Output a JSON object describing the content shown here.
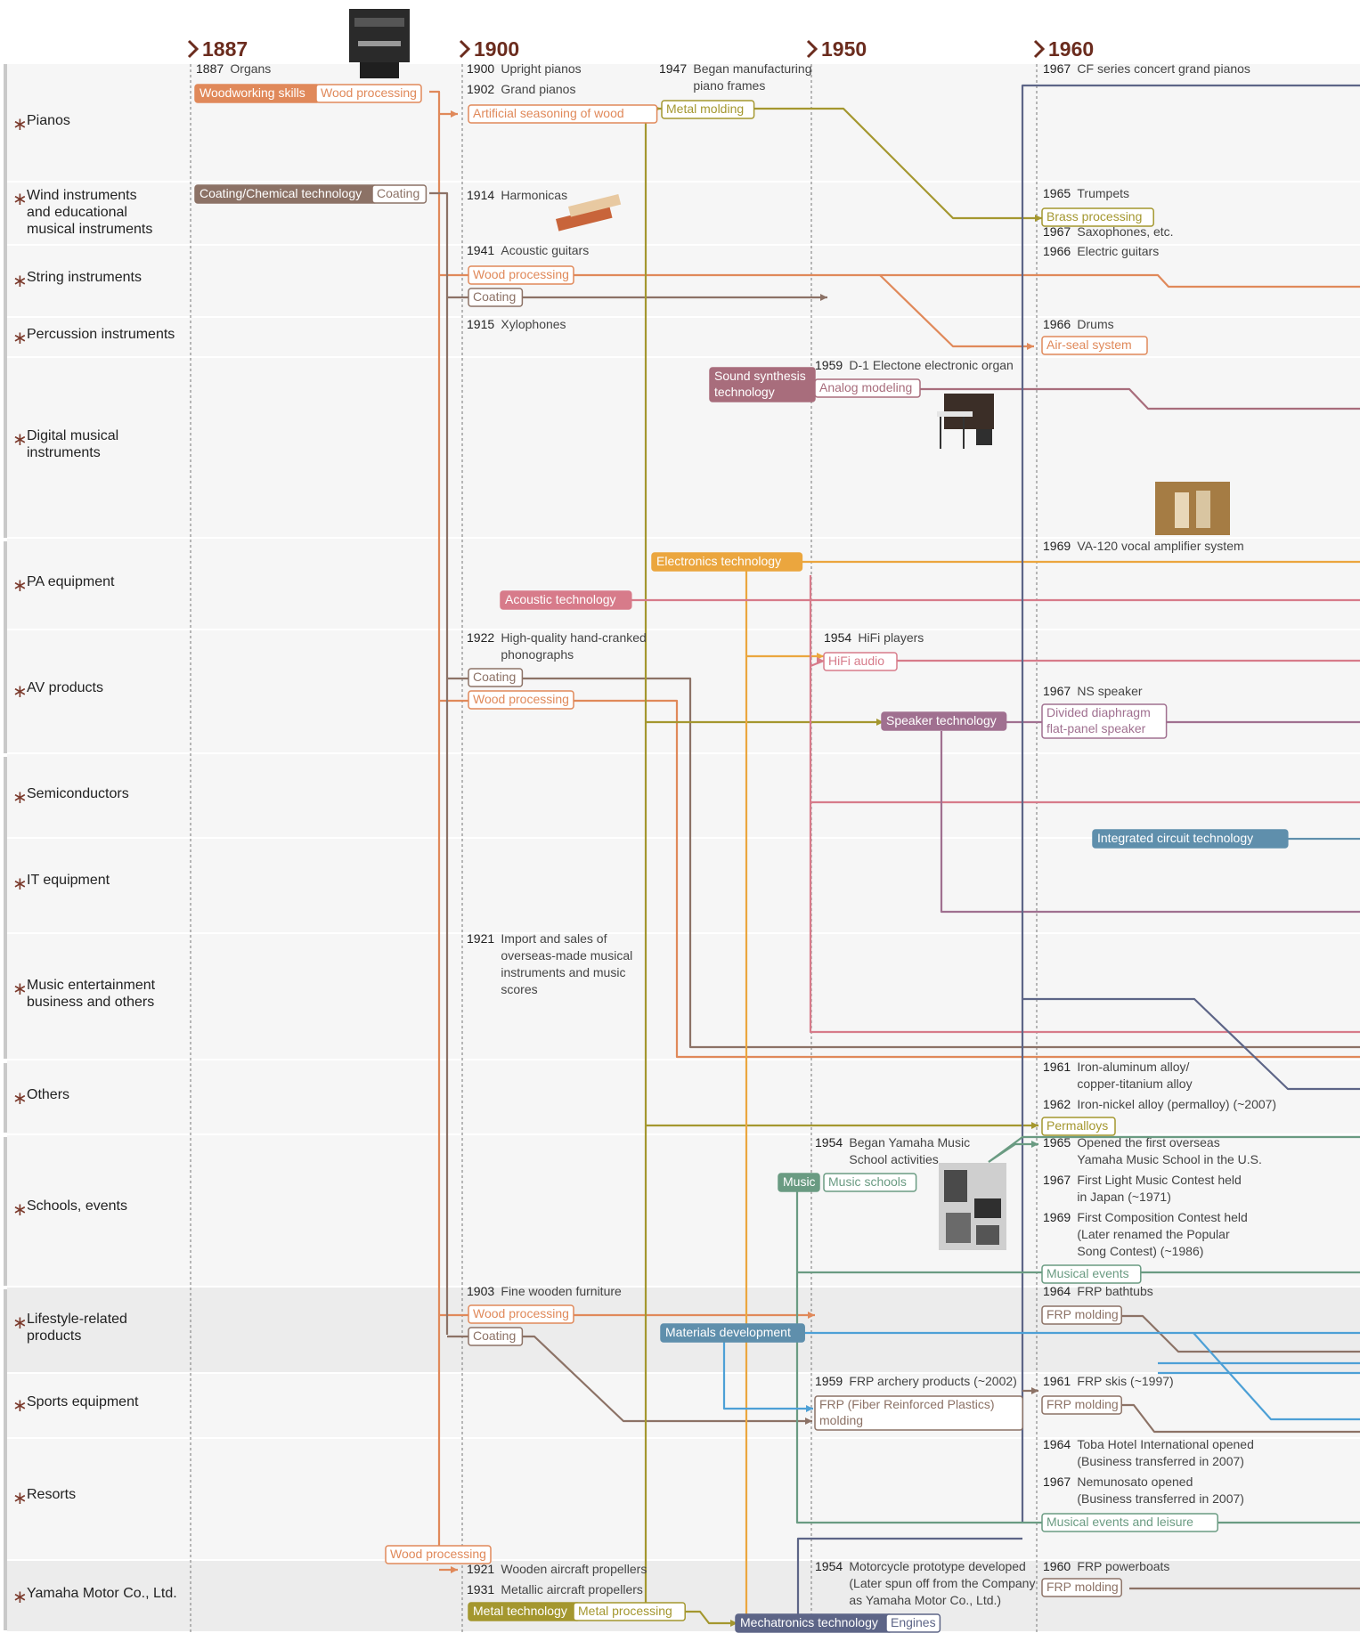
{
  "years": [
    "1887",
    "1900",
    "1950",
    "1960"
  ],
  "categories": [
    {
      "lines": [
        "Pianos"
      ]
    },
    {
      "lines": [
        "Wind instruments",
        "and educational",
        "musical instruments"
      ]
    },
    {
      "lines": [
        "String instruments"
      ]
    },
    {
      "lines": [
        "Percussion instruments"
      ]
    },
    {
      "lines": [
        "Digital musical",
        "instruments"
      ]
    },
    {
      "lines": [
        "PA equipment"
      ]
    },
    {
      "lines": [
        "AV products"
      ]
    },
    {
      "lines": [
        "Semiconductors"
      ]
    },
    {
      "lines": [
        "IT equipment"
      ]
    },
    {
      "lines": [
        "Music entertainment",
        "business and others"
      ]
    },
    {
      "lines": [
        "Others"
      ]
    },
    {
      "lines": [
        "Schools, events"
      ]
    },
    {
      "lines": [
        "Lifestyle-related",
        "products"
      ]
    },
    {
      "lines": [
        "Sports equipment"
      ]
    },
    {
      "lines": [
        "Resorts"
      ]
    },
    {
      "lines": [
        "Yamaha Motor Co., Ltd."
      ]
    }
  ],
  "events": [
    {
      "y": "1887",
      "lines": [
        "Organs"
      ]
    },
    {
      "y": "1900",
      "lines": [
        "Upright pianos"
      ]
    },
    {
      "y": "1902",
      "lines": [
        "Grand pianos"
      ]
    },
    {
      "y": "1947",
      "lines": [
        "Began manufacturing",
        "piano frames"
      ]
    },
    {
      "y": "1967",
      "lines": [
        "CF series concert grand pianos"
      ]
    },
    {
      "y": "1914",
      "lines": [
        "Harmonicas"
      ]
    },
    {
      "y": "1965",
      "lines": [
        "Trumpets"
      ]
    },
    {
      "y": "1967",
      "lines": [
        "Saxophones, etc."
      ]
    },
    {
      "y": "1941",
      "lines": [
        "Acoustic guitars"
      ]
    },
    {
      "y": "1966",
      "lines": [
        "Electric guitars"
      ]
    },
    {
      "y": "1915",
      "lines": [
        "Xylophones"
      ]
    },
    {
      "y": "1966",
      "lines": [
        "Drums"
      ]
    },
    {
      "y": "1959",
      "lines": [
        "D-1 Electone electronic organ"
      ]
    },
    {
      "y": "1969",
      "lines": [
        "VA-120 vocal amplifier system"
      ]
    },
    {
      "y": "1922",
      "lines": [
        "High-quality hand-cranked",
        "phonographs"
      ]
    },
    {
      "y": "1954",
      "lines": [
        "HiFi players"
      ]
    },
    {
      "y": "1967",
      "lines": [
        "NS speaker"
      ]
    },
    {
      "y": "1921",
      "lines": [
        "Import and sales of",
        "overseas-made musical",
        "instruments and music",
        "scores"
      ]
    },
    {
      "y": "1961",
      "lines": [
        "Iron-aluminum alloy/",
        "copper-titanium alloy"
      ]
    },
    {
      "y": "1962",
      "lines": [
        "Iron-nickel alloy (permalloy) (~2007)"
      ]
    },
    {
      "y": "1954",
      "lines": [
        "Began Yamaha Music",
        "School activities"
      ]
    },
    {
      "y": "1965",
      "lines": [
        "Opened the first overseas",
        "Yamaha Music School in the U.S."
      ]
    },
    {
      "y": "1967",
      "lines": [
        "First Light Music Contest held",
        "in Japan (~1971)"
      ]
    },
    {
      "y": "1969",
      "lines": [
        "First Composition Contest held",
        "(Later renamed the Popular",
        "Song Contest) (~1986)"
      ]
    },
    {
      "y": "1903",
      "lines": [
        "Fine wooden furniture"
      ]
    },
    {
      "y": "1964",
      "lines": [
        "FRP bathtubs"
      ]
    },
    {
      "y": "1959",
      "lines": [
        "FRP archery products (~2002)"
      ]
    },
    {
      "y": "1961",
      "lines": [
        "FRP skis (~1997)"
      ]
    },
    {
      "y": "1964",
      "lines": [
        "Toba Hotel International opened",
        "(Business transferred in 2007)"
      ]
    },
    {
      "y": "1967",
      "lines": [
        "Nemunosato opened",
        "(Business transferred in 2007)"
      ]
    },
    {
      "y": "1921",
      "lines": [
        "Wooden aircraft propellers"
      ]
    },
    {
      "y": "1931",
      "lines": [
        "Metallic aircraft propellers"
      ]
    },
    {
      "y": "1954",
      "lines": [
        "Motorcycle prototype developed",
        "(Later spun off from the Company",
        "as Yamaha Motor Co., Ltd.)"
      ]
    },
    {
      "y": "1960",
      "lines": [
        "FRP powerboats"
      ]
    }
  ],
  "tags": [
    {
      "lines": [
        "Woodworking skills"
      ]
    },
    {
      "lines": [
        "Wood processing"
      ]
    },
    {
      "lines": [
        "Artificial seasoning of wood"
      ]
    },
    {
      "lines": [
        "Metal molding"
      ]
    },
    {
      "lines": [
        "Coating/Chemical technology"
      ]
    },
    {
      "lines": [
        "Coating"
      ]
    },
    {
      "lines": [
        "Brass processing"
      ]
    },
    {
      "lines": [
        "Wood processing"
      ]
    },
    {
      "lines": [
        "Coating"
      ]
    },
    {
      "lines": [
        "Air-seal system"
      ]
    },
    {
      "lines": [
        "Sound synthesis",
        "technology"
      ]
    },
    {
      "lines": [
        "Analog modeling"
      ]
    },
    {
      "lines": [
        "Electronics technology"
      ]
    },
    {
      "lines": [
        "Acoustic technology"
      ]
    },
    {
      "lines": [
        "HiFi audio"
      ]
    },
    {
      "lines": [
        "Coating"
      ]
    },
    {
      "lines": [
        "Wood processing"
      ]
    },
    {
      "lines": [
        "Speaker technology"
      ]
    },
    {
      "lines": [
        "Divided diaphragm",
        "flat-panel speaker"
      ]
    },
    {
      "lines": [
        "Integrated circuit technology"
      ]
    },
    {
      "lines": [
        "Permalloys"
      ]
    },
    {
      "lines": [
        "Music"
      ]
    },
    {
      "lines": [
        "Music schools"
      ]
    },
    {
      "lines": [
        "Musical events"
      ]
    },
    {
      "lines": [
        "Wood processing"
      ]
    },
    {
      "lines": [
        "Coating"
      ]
    },
    {
      "lines": [
        "Materials development"
      ]
    },
    {
      "lines": [
        "FRP molding"
      ]
    },
    {
      "lines": [
        "FRP (Fiber Reinforced Plastics)",
        "molding"
      ]
    },
    {
      "lines": [
        "FRP molding"
      ]
    },
    {
      "lines": [
        "Musical events and leisure"
      ]
    },
    {
      "lines": [
        "Wood processing"
      ]
    },
    {
      "lines": [
        "Metal technology"
      ]
    },
    {
      "lines": [
        "Metal processing"
      ]
    },
    {
      "lines": [
        "Mechatronics technology"
      ]
    },
    {
      "lines": [
        "Engines"
      ]
    },
    {
      "lines": [
        "FRP molding"
      ]
    }
  ],
  "colors": {
    "wood": "#e0895a",
    "coat": "#8c7266",
    "metal": "#a4972f",
    "navy": "#5d6587",
    "pink": "#d77b8a",
    "elec": "#eba63e",
    "mauve": "#a86d7c",
    "speaker": "#a07090",
    "ic": "#5f8fac",
    "music": "#6a9b82",
    "blue": "#4da0d6",
    "year": "#6b2c1e"
  },
  "photos": [
    "organ-photo",
    "harmonica-photo",
    "electone-photo",
    "amplifier-photo",
    "music-school-photo"
  ]
}
